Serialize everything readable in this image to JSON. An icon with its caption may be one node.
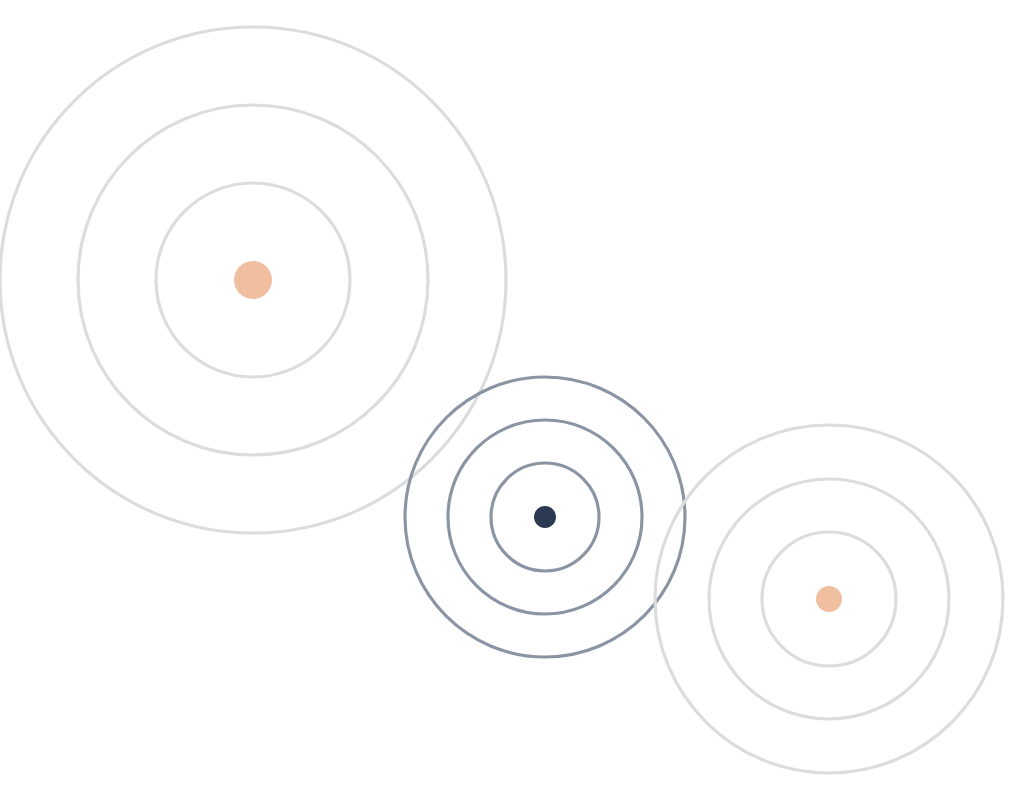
{
  "diagram": {
    "nodes": [
      {
        "text": [],
        "shape": "circle"
      },
      {
        "text": [],
        "shape": "circle"
      },
      {
        "text": [],
        "shape": "circle"
      }
    ]
  }
}
